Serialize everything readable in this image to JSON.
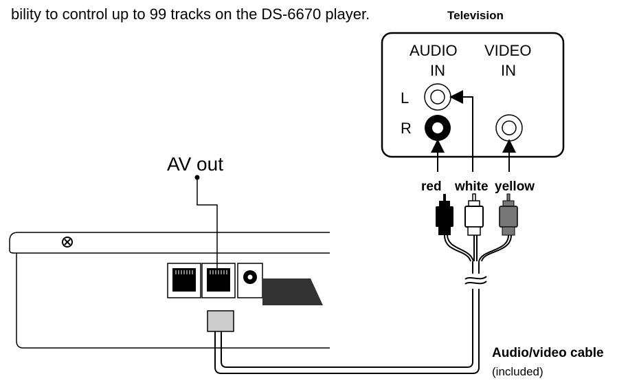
{
  "top_text": "bility to control up to 99 tracks on the DS-6670 player.",
  "television": {
    "title": "Television",
    "audio_in": [
      "AUDIO",
      "IN"
    ],
    "video_in": [
      "VIDEO",
      "IN"
    ],
    "left_label": "L",
    "right_label": "R"
  },
  "plugs": {
    "red": "red",
    "white": "white",
    "yellow": "yellow"
  },
  "player": {
    "av_out_label": "AV out"
  },
  "cable": {
    "label": "Audio/video cable",
    "note": "(included)"
  }
}
